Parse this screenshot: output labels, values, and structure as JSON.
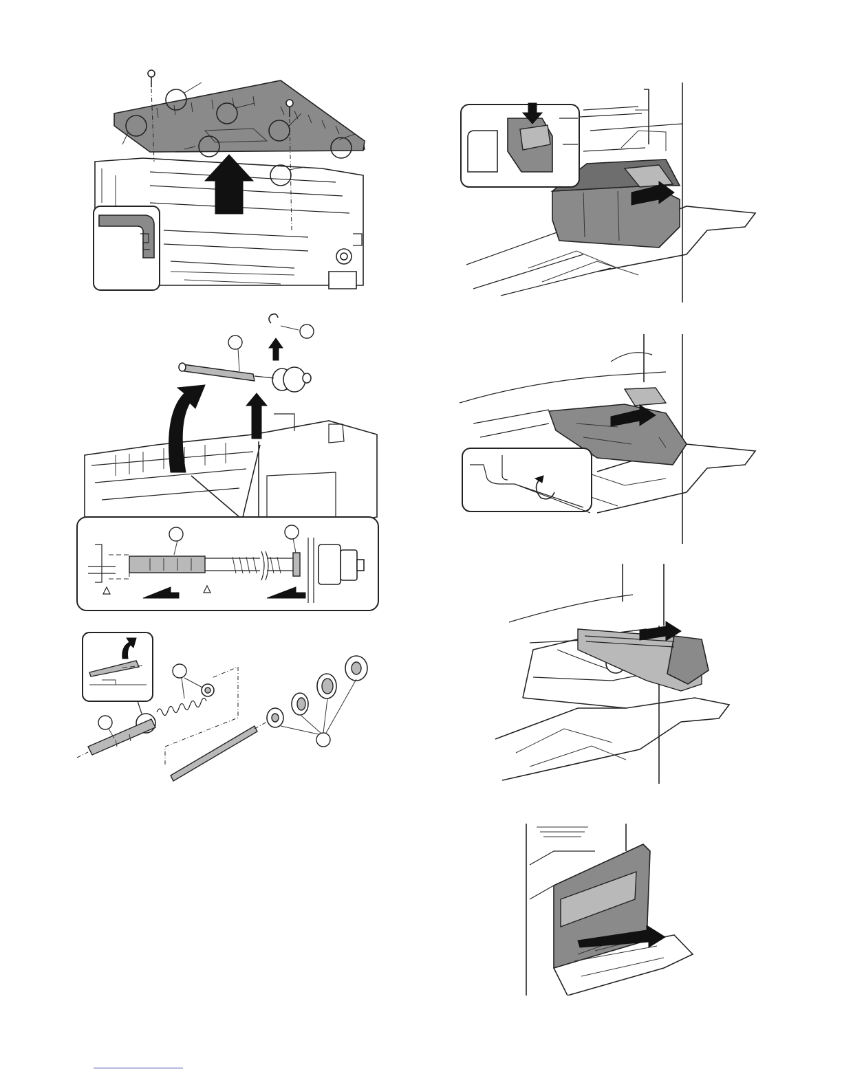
{
  "figures": [
    {
      "id": "fig-top-cover-removal",
      "icon": "cover-removal-illustration"
    },
    {
      "id": "fig-roller-shaft-removal",
      "icon": "roller-shaft-illustration"
    },
    {
      "id": "fig-roller-parts-exploded",
      "icon": "exploded-parts-illustration"
    },
    {
      "id": "fig-unit-release-lever",
      "icon": "release-lever-illustration"
    },
    {
      "id": "fig-unit-slide-out",
      "icon": "unit-slide-illustration"
    },
    {
      "id": "fig-unit-pull-out",
      "icon": "unit-pull-illustration"
    },
    {
      "id": "fig-side-door-open",
      "icon": "side-door-illustration"
    }
  ],
  "colors": {
    "shade": "#8a8a8a",
    "line": "#222222",
    "link": "#2b3f9c"
  }
}
